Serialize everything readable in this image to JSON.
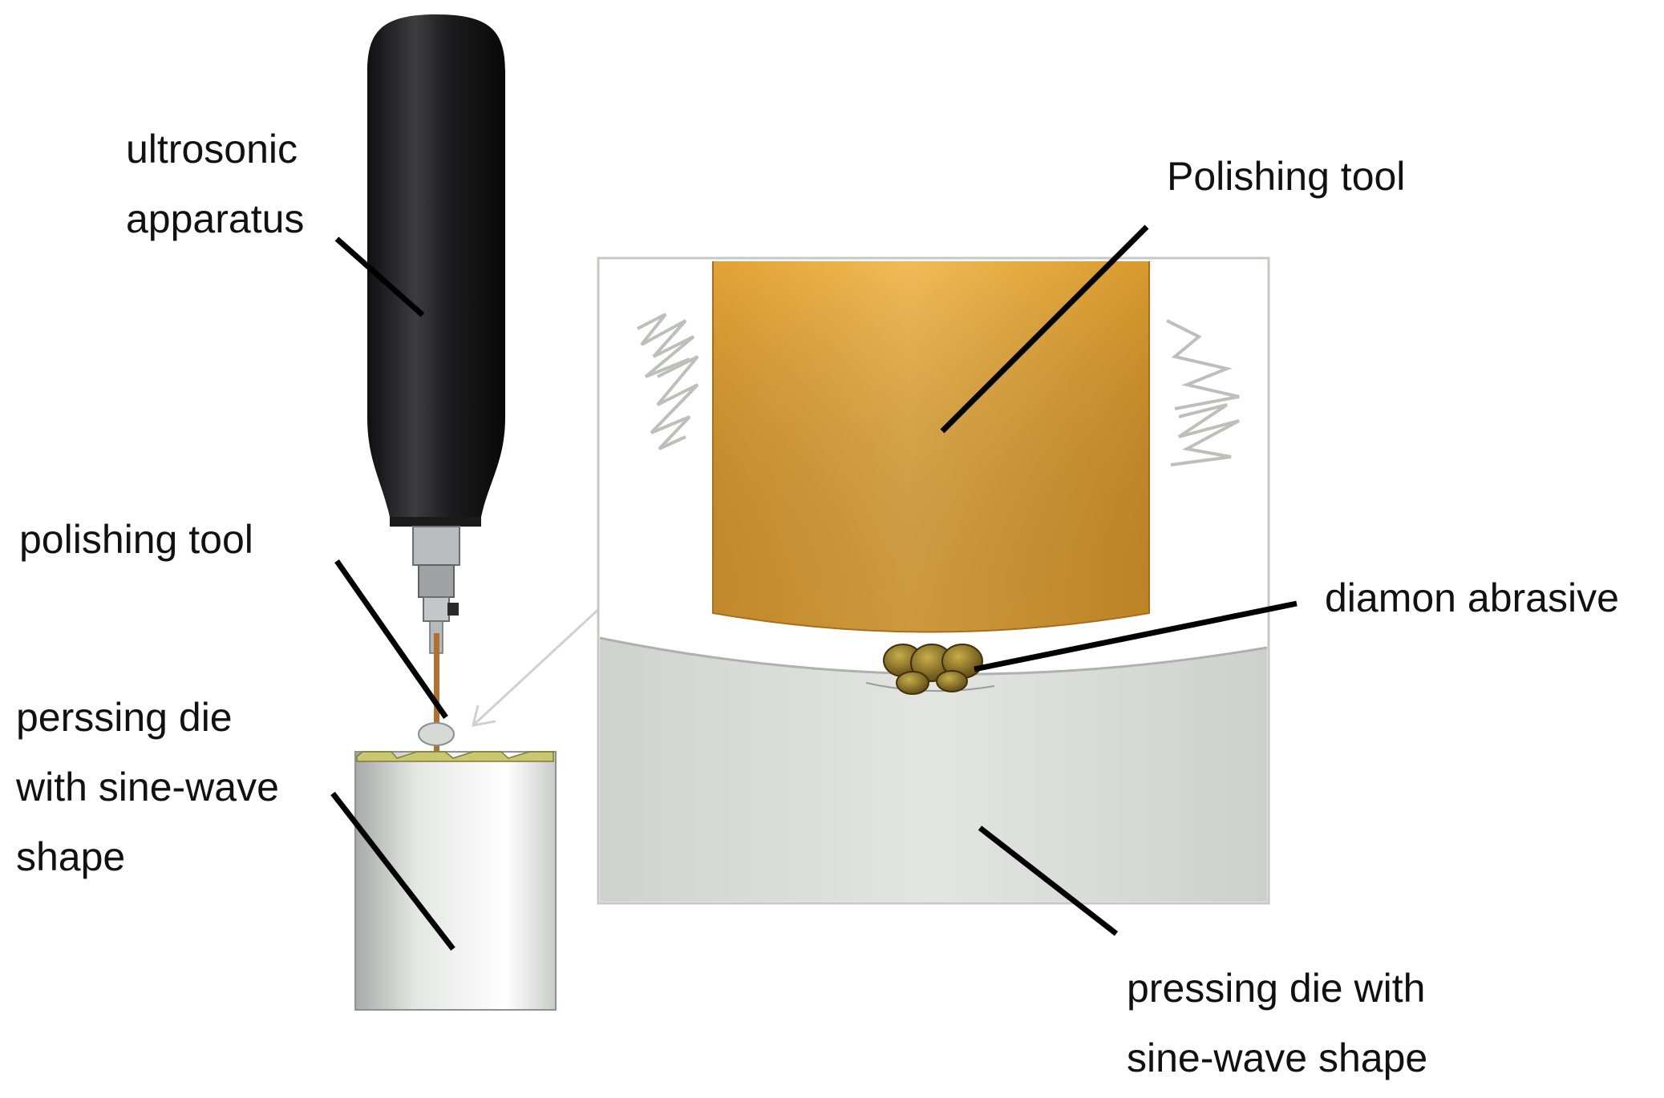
{
  "labels": {
    "ultrasonic": [
      "ultrosonic",
      "apparatus"
    ],
    "polishing_tool_left": "polishing tool",
    "pressing_die_left": [
      "perssing die",
      "with sine-wave",
      "shape"
    ],
    "polishing_tool_right": "Polishing tool",
    "diamond_abrasive": "diamon abrasive",
    "pressing_die_right": [
      "pressing die with",
      "sine-wave shape"
    ]
  },
  "colors": {
    "handle_dark": "#1f1f21",
    "tool_gold": "#e7ab3f",
    "die_grey": "#d6d9d6",
    "abrasive": "#6f5a1b",
    "leader": "#000000"
  }
}
